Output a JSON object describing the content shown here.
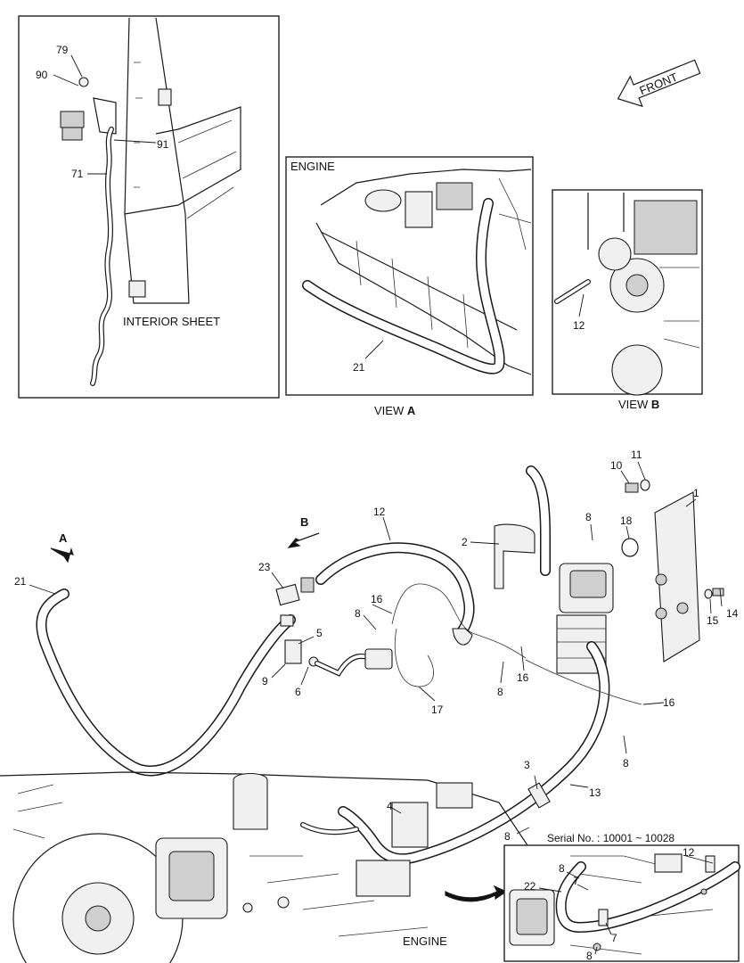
{
  "labels": {
    "interior_sheet": "INTERIOR SHEET",
    "engine_view_a": "ENGINE",
    "view_a_prefix": "VIEW ",
    "view_a_letter": "A",
    "view_b_prefix": "VIEW ",
    "view_b_letter": "B",
    "front": "FRONT",
    "arrow_a": "A",
    "arrow_b": "B",
    "engine_main": "ENGINE",
    "serial": "Serial No. : 10001 ~ 10028"
  },
  "callouts": {
    "p79": "79",
    "p90": "90",
    "p91": "91",
    "p71": "71",
    "va21": "21",
    "vb12": "12",
    "p10": "10",
    "p11": "11",
    "p1": "1",
    "p12": "12",
    "p8a": "8",
    "p18": "18",
    "p2": "2",
    "p23": "23",
    "p21": "21",
    "p16a": "16",
    "p8b": "8",
    "p5": "5",
    "p15": "15",
    "p14": "14",
    "p9": "9",
    "p6": "6",
    "p8c": "8",
    "p16b": "16",
    "p16c": "16",
    "p17": "17",
    "p8d": "8",
    "p3": "3",
    "p13": "13",
    "p4": "4",
    "p8e": "8",
    "i12": "12",
    "i8": "8",
    "i22": "22",
    "i7a": "7",
    "i7b": "7",
    "i8b": "8"
  }
}
